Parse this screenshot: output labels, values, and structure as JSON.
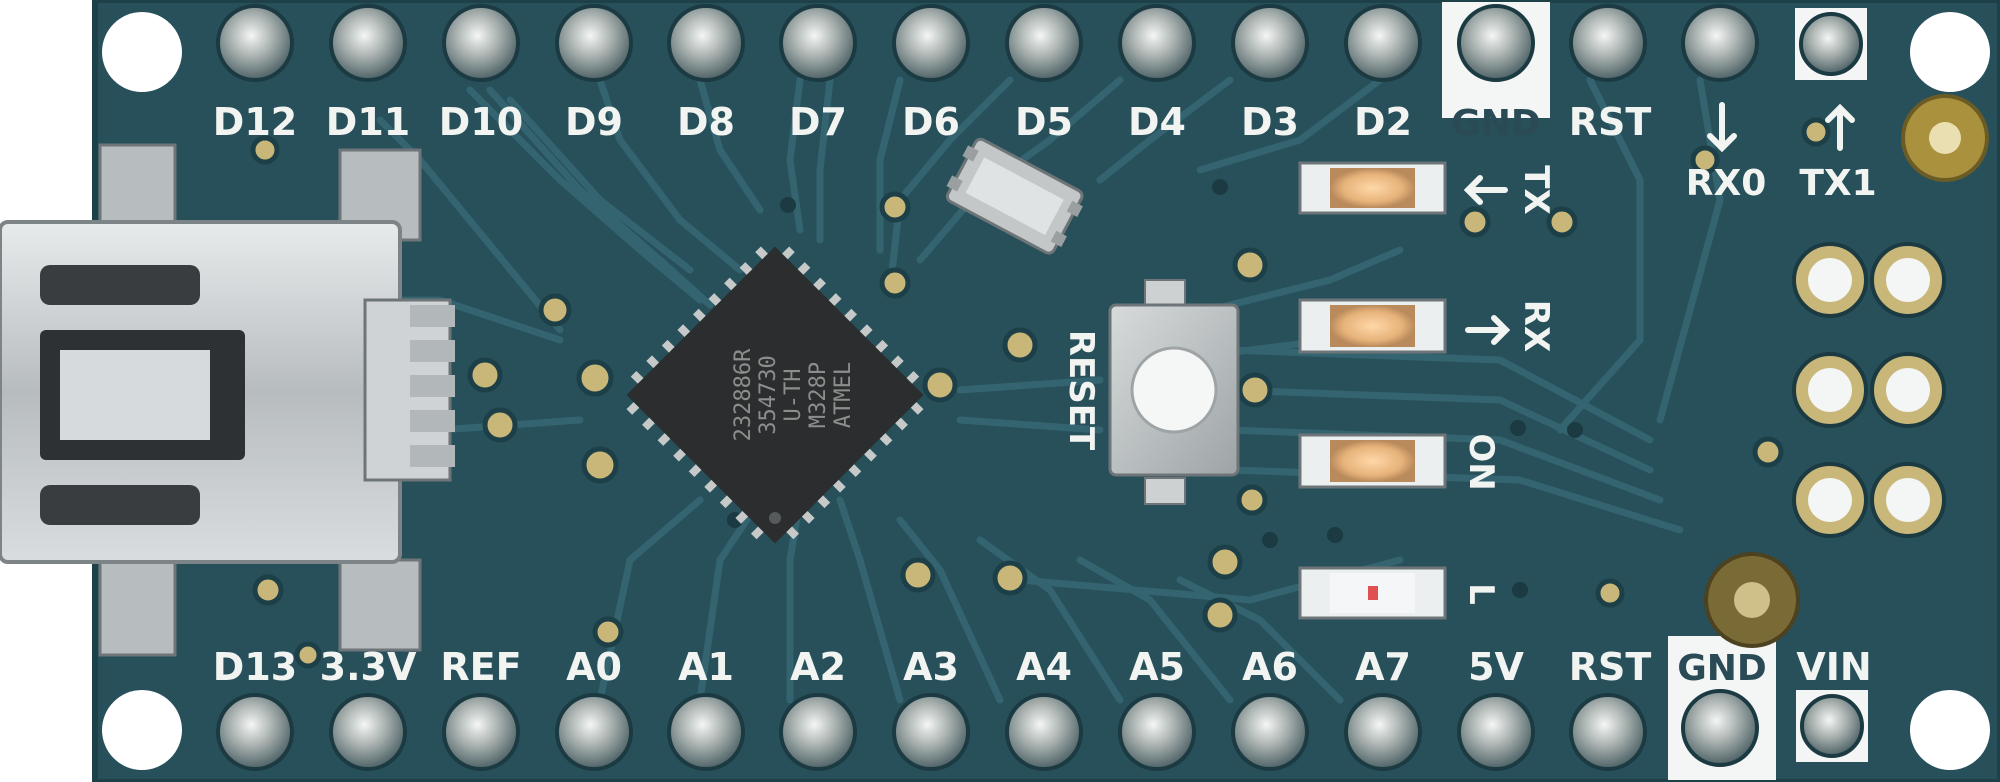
{
  "board": {
    "top_pin_labels": [
      "D12",
      "D11",
      "D10",
      "D9",
      "D8",
      "D7",
      "D6",
      "D5",
      "D4",
      "D3",
      "D2",
      "GND",
      "RST",
      "RX0",
      "TX1"
    ],
    "bottom_pin_labels": [
      "D13",
      "3.3V",
      "REF",
      "A0",
      "A1",
      "A2",
      "A3",
      "A4",
      "A5",
      "A6",
      "A7",
      "5V",
      "RST",
      "GND",
      "VIN"
    ],
    "chip_markings": [
      "ATMEL",
      "M328P",
      "U-TH",
      "354730",
      "232886R"
    ],
    "reset_label": "RESET",
    "led_labels": {
      "tx": "TX",
      "rx": "RX",
      "on": "ON",
      "l": "L"
    },
    "colors": {
      "pcb": "#27505a",
      "pcb_dark": "#1c3f48",
      "trace": "#346470",
      "pad_gold": "#c9b77a",
      "silkscreen": "#f2f4f2",
      "chip": "#2b2d2e",
      "metal": "#c9cdd0"
    }
  }
}
